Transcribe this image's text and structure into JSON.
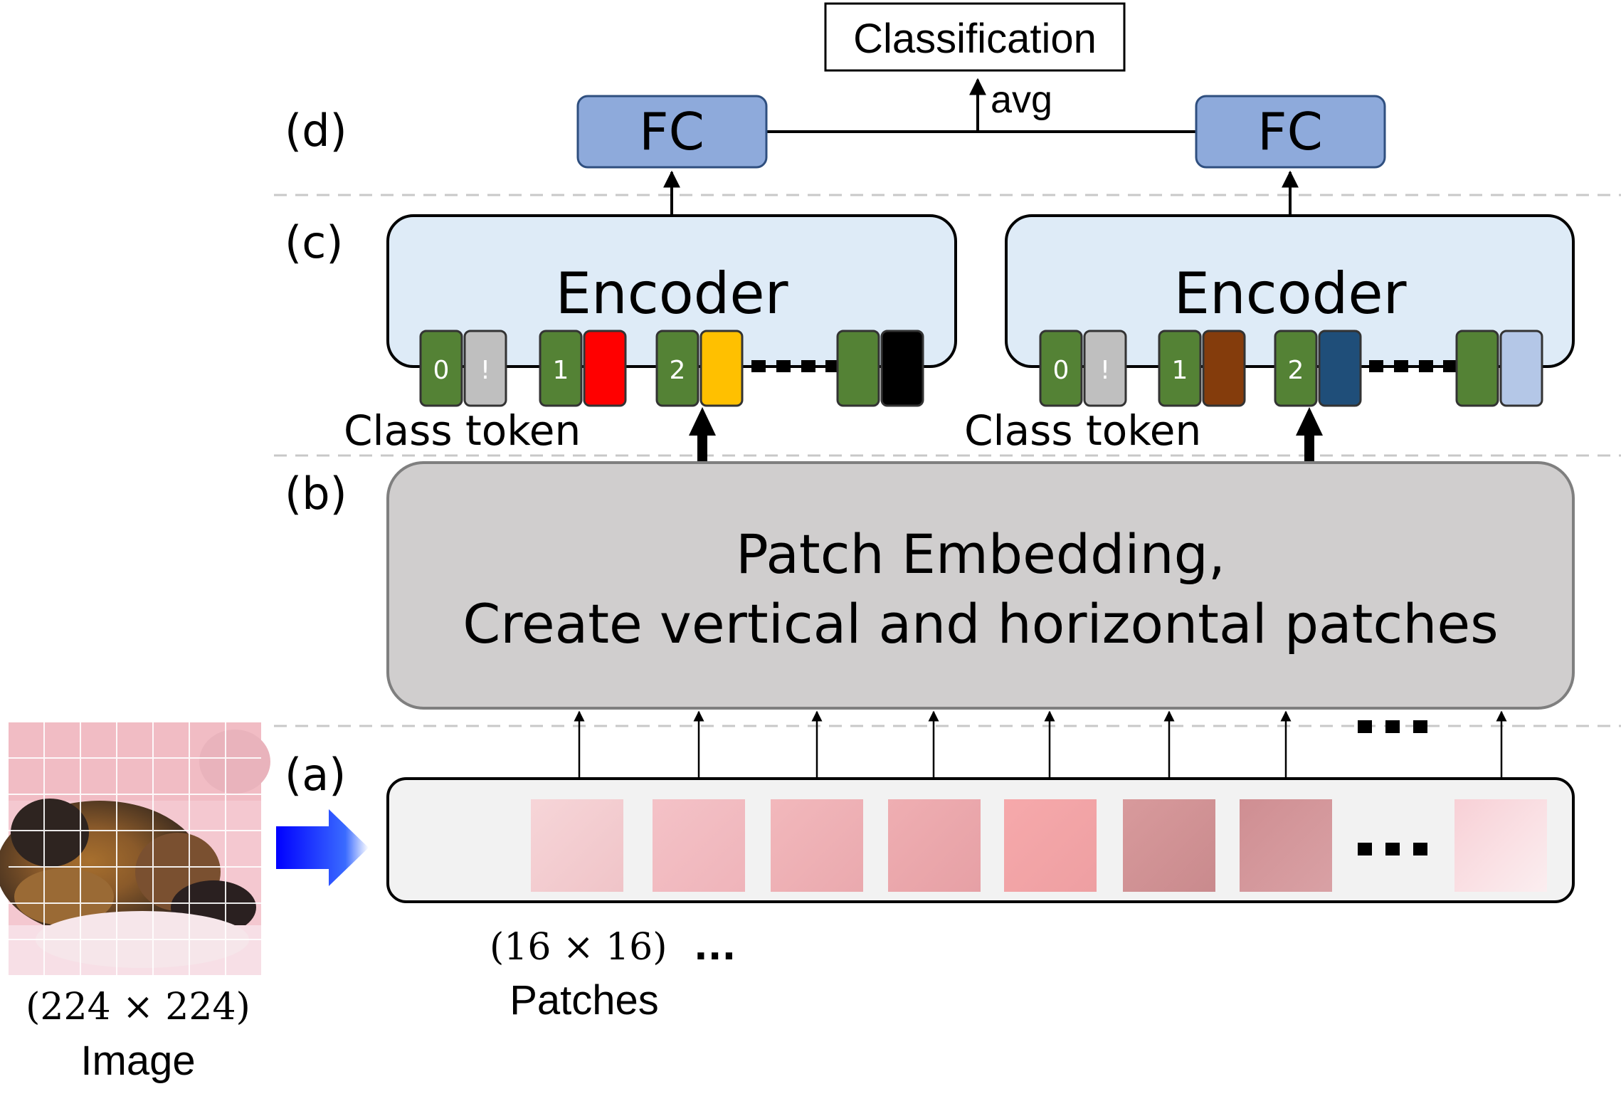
{
  "labels": {
    "classification": "Classification",
    "avg": "avg",
    "fc_left": "FC",
    "fc_right": "FC",
    "encoder_left": "Encoder",
    "encoder_right": "Encoder",
    "class_token_left": "Class token",
    "class_token_right": "Class token",
    "patch_embedding_line1": "Patch Embedding,",
    "patch_embedding_line2": "Create vertical and horizontal patches",
    "patch_size": "(16 × 16)",
    "patch_ellipsis": "...",
    "patches": "Patches",
    "image_size": "(224 × 224)",
    "image": "Image"
  },
  "stages": {
    "a": "(a)",
    "b": "(b)",
    "c": "(c)",
    "d": "(d)"
  },
  "token_indices": {
    "left": [
      "0",
      "!",
      "1",
      "2"
    ],
    "right": [
      "0",
      "!",
      "1",
      "2"
    ]
  },
  "colors": {
    "fc_fill": "#8eaadb",
    "fc_stroke": "#2f4f7f",
    "encoder_fill": "#deebf7",
    "embedding_fill": "#d0cece",
    "patch_row_fill": "#f2f2f2",
    "token_green": "#548235",
    "token_gray": "#bfbfbf",
    "left_token_colors": [
      "#ff0000",
      "#ffc000",
      "#000000"
    ],
    "right_token_colors": [
      "#843c0c",
      "#1f4e79",
      "#b4c7e7"
    ],
    "arrow_blue": "#0000ff",
    "divider": "#bfbfbf"
  }
}
